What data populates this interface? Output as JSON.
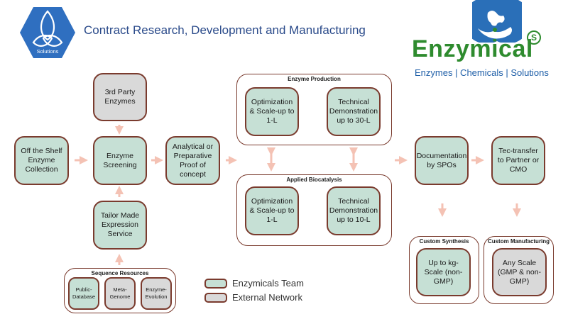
{
  "header": {
    "title": "Contract Research, Development and Manufacturing",
    "badge_label": "Solutions",
    "badge_icon": "triquetra-icon"
  },
  "brand": {
    "name": "Enzymical",
    "superscript": "S",
    "tagline": "Enzymes | Chemicals | Solutions",
    "globe_icon": "globe-icon",
    "colors": {
      "green": "#2e8b2e",
      "blue": "#1f5fa8"
    }
  },
  "colors": {
    "team_fill": "#c6e0d5",
    "external_fill": "#d9d9d9",
    "border": "#7a3b2e",
    "arrow": "#f4c2b4",
    "title": "#2a4a8a"
  },
  "nodes": {
    "third_party": "3rd Party Enzymes",
    "off_shelf": "Off the Shelf Enzyme Collection",
    "screening": "Enzyme Screening",
    "proof": "Analytical or Preparative Proof of concept",
    "tailor": "Tailor Made Expression Service",
    "documentation": "Documentation by SPOs",
    "tectransfer": "Tec-transfer to Partner or CMO"
  },
  "groups": {
    "enzyme_production": {
      "title": "Enzyme Production",
      "step1": "Optimization & Scale-up to 1-L",
      "step2": "Technical Demonstration up to 30-L"
    },
    "applied_biocatalysis": {
      "title": "Applied Biocatalysis",
      "step1": "Optimization & Scale-up to 1-L",
      "step2": "Technical Demonstration up to 10-L"
    },
    "sequence_resources": {
      "title": "Sequence Resources",
      "items": [
        "Public-Database",
        "Meta-Genome",
        "Enzyme-Evolution"
      ]
    },
    "custom_synthesis": {
      "title": "Custom Synthesis",
      "item": "Up to kg-Scale (non-GMP)"
    },
    "custom_manufacturing": {
      "title": "Custom Manufacturing",
      "item": "Any Scale (GMP & non-GMP)"
    }
  },
  "legend": {
    "team": "Enzymicals Team",
    "external": "External Network"
  }
}
